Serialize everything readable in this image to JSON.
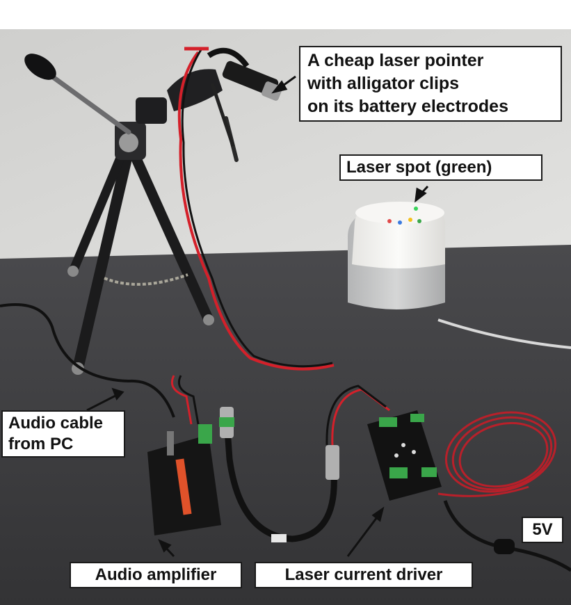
{
  "labels": {
    "laser_pointer": [
      "A cheap laser pointer",
      "with alligator clips",
      "on its battery electrodes"
    ],
    "laser_spot": "Laser spot (green)",
    "audio_cable": [
      "Audio cable",
      "from PC"
    ],
    "voltage": "5V",
    "audio_amplifier": "Audio amplifier",
    "laser_driver": "Laser current driver"
  },
  "colors": {
    "wall": "#d9d9d7",
    "table": "#3a3a3c",
    "wire_red": "#d4202a",
    "speaker_top": "#f2f1ef",
    "speaker_fabric": "#c9cacb",
    "driver_board": "#151515",
    "terminal_green": "#3aa64a"
  }
}
